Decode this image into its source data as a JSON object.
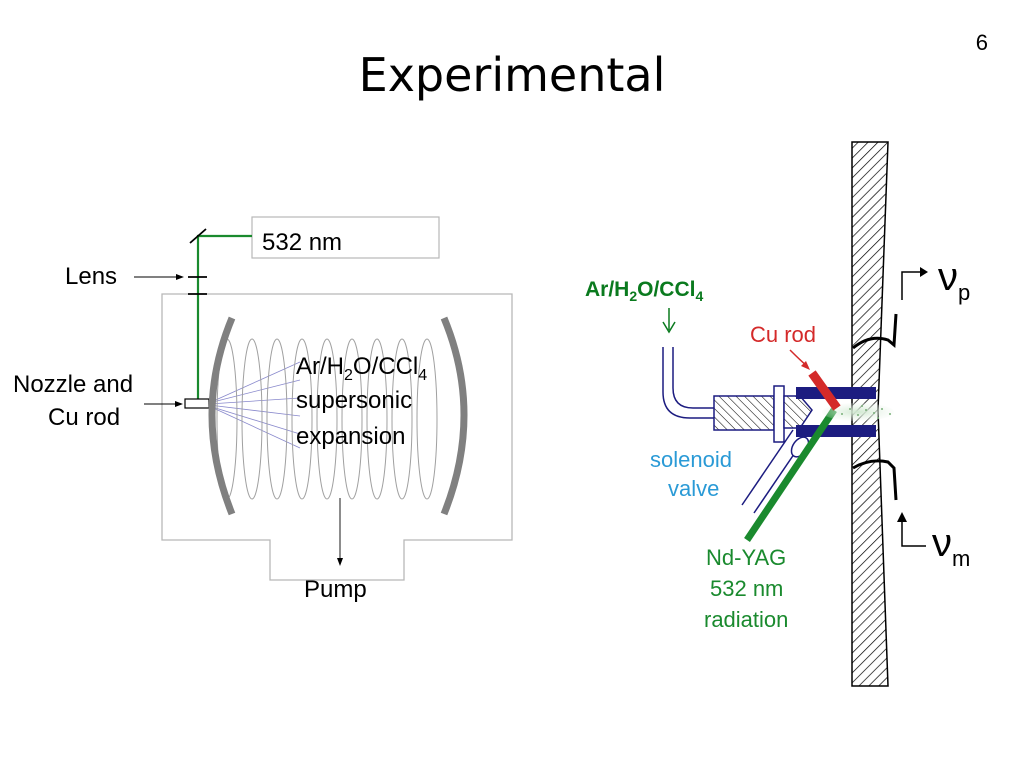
{
  "slide": {
    "title": "Experimental",
    "page_number": "6"
  },
  "left_diagram": {
    "laser_label": "532 nm",
    "lens_label": "Lens",
    "nozzle_label_line1": "Nozzle and",
    "nozzle_label_line2": "Cu rod",
    "expansion_label_line1_pre": "Ar/H",
    "expansion_label_line1_sub1": "2",
    "expansion_label_line1_mid": "O/CCl",
    "expansion_label_line1_sub2": "4",
    "expansion_label_line2": "supersonic",
    "expansion_label_line3": "expansion",
    "pump_label": "Pump"
  },
  "right_diagram": {
    "gas_label_pre": "Ar/H",
    "gas_label_sub1": "2",
    "gas_label_mid": "O/CCl",
    "gas_label_sub2": "4",
    "cu_rod_label": "Cu rod",
    "valve_label_line1": "solenoid",
    "valve_label_line2": "valve",
    "laser_label_line1": "Nd-YAG",
    "laser_label_line2": "532 nm",
    "laser_label_line3": "radiation",
    "nu_p_symbol": "ν",
    "nu_p_sub": "p",
    "nu_m_symbol": "ν",
    "nu_m_sub": "m"
  },
  "colors": {
    "laser_green": "#1a8a2e",
    "gas_label_green": "#0a7a1e",
    "cu_red": "#d42a2a",
    "valve_blue": "#2a9ad6",
    "flange_navy": "#1c1c80",
    "mirror_gray": "#808080"
  }
}
